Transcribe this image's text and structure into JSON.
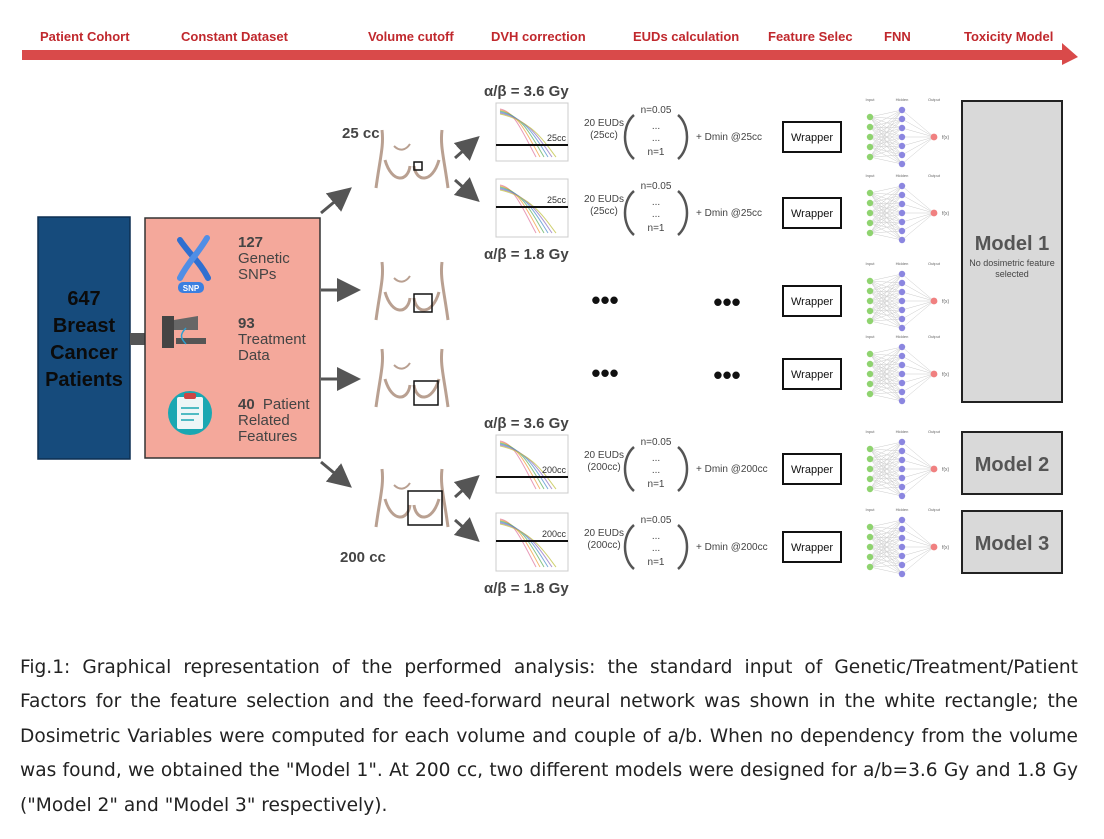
{
  "stages": [
    "Patient  Cohort",
    "Constant Dataset",
    "Volume cutoff",
    "DVH correction",
    "EUDs calculation",
    "Feature Selec",
    "FNN",
    "Toxicity Model"
  ],
  "cohort": {
    "count": "647",
    "line1": "Breast",
    "line2": "Cancer",
    "line3": "Patients"
  },
  "dataset": {
    "genetic": {
      "count": "127",
      "label1": "Genetic",
      "label2": "SNPs",
      "icon_text": "SNP"
    },
    "treatment": {
      "count": "93",
      "label1": "Treatment",
      "label2": "Data"
    },
    "patient": {
      "count": "40",
      "label0": "Patient",
      "label1": "Related",
      "label2": "Features"
    }
  },
  "volumes": {
    "small": "25 cc",
    "large": "200 cc"
  },
  "alpha_beta": {
    "high": "α/β = 3.6 Gy",
    "low": "α/β = 1.8 Gy"
  },
  "dvh_labels": {
    "small": "25cc",
    "large": "200cc"
  },
  "euds": {
    "count_label": "20 EUDs",
    "small_vol": "(25cc)",
    "large_vol": "(200cc)",
    "n_top": "n=0.05",
    "n_dots": "...",
    "n_bottom": "n=1",
    "dmin_small": "+ Dmin @25cc",
    "dmin_large": "+ Dmin @200cc"
  },
  "ellipsis": "•••",
  "wrapper_label": "Wrapper",
  "fnn_layers": {
    "input": "Input",
    "hidden": "Hidden",
    "output": "Output",
    "fx": "f(x)"
  },
  "models": {
    "m1": {
      "title": "Model 1",
      "note1": "No dosimetric feature",
      "note2": "selected"
    },
    "m2": {
      "title": "Model 2"
    },
    "m3": {
      "title": "Model 3"
    }
  },
  "colors": {
    "arrow_red": "#d94a4a",
    "header_text": "#c0282d",
    "cohort_blue": "#164b7c",
    "dataset_pink": "#f4a89b",
    "model_grey": "#d9d9d9",
    "node_green": "#8fd36f",
    "node_purple": "#8b86e0",
    "node_red": "#f08080"
  },
  "caption": "Fig.1: Graphical representation of the performed analysis: the standard input of Genetic/Treatment/Patient Factors for the feature selection and the feed-forward neural network was shown in the white rectangle; the Dosimetric Variables were computed for each volume and couple of a/b. When no dependency from the volume was found, we obtained the \"Model 1\". At 200 cc, two different models were designed for a/b=3.6 Gy and 1.8 Gy (\"Model 2\" and \"Model 3\" respectively)."
}
